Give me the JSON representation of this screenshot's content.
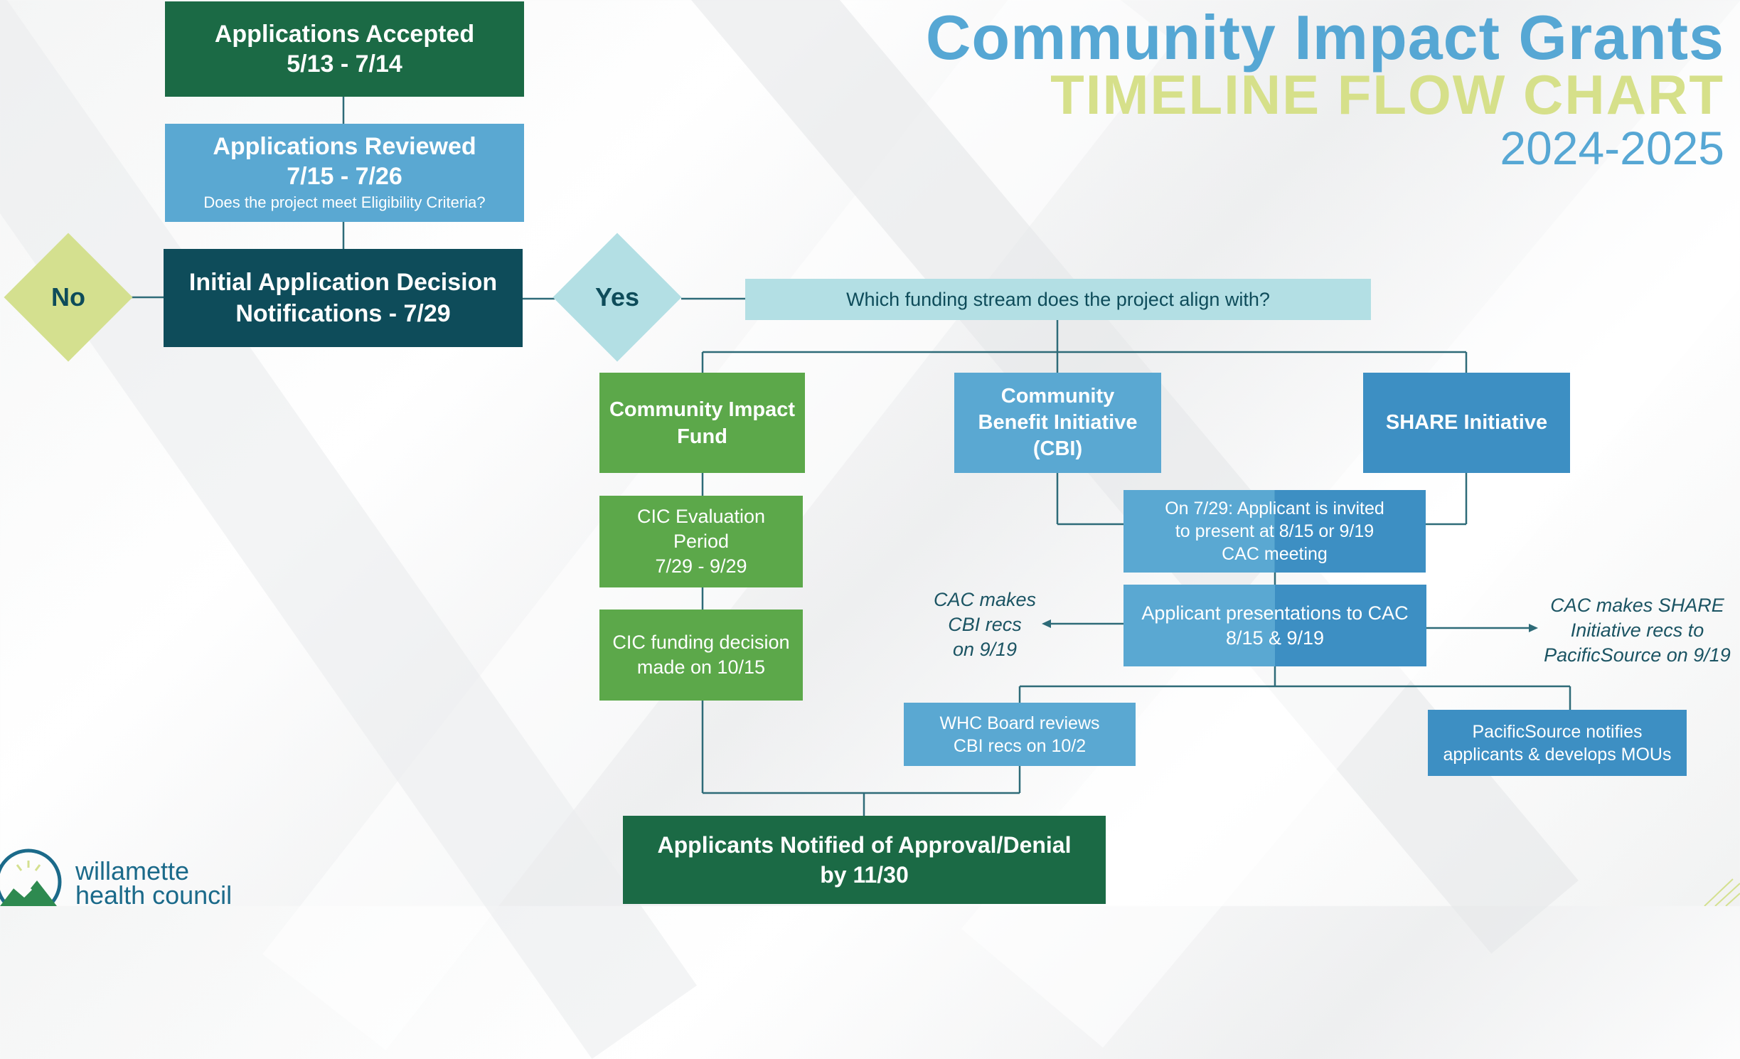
{
  "title": {
    "main": "Community Impact Grants",
    "sub": "TIMELINE FLOW CHART",
    "year": "2024-2025"
  },
  "nodes": {
    "accepted": {
      "title": "Applications Accepted",
      "dates": "5/13 - 7/14"
    },
    "reviewed": {
      "title": "Applications Reviewed",
      "dates": "7/15 - 7/26",
      "question": "Does the project meet Eligibility Criteria?"
    },
    "decision": {
      "line1": "Initial Application Decision",
      "line2": "Notifications - 7/29"
    },
    "no": "No",
    "yes": "Yes",
    "stream_question": "Which funding stream does the project align with?",
    "cif": {
      "line1": "Community Impact",
      "line2": "Fund"
    },
    "cbi": {
      "line1": "Community",
      "line2": "Benefit Initiative",
      "line3": "(CBI)"
    },
    "share": "SHARE Initiative",
    "cic_eval": {
      "line1": "CIC Evaluation",
      "line2": "Period",
      "line3": "7/29 - 9/29"
    },
    "cic_decision": {
      "line1": "CIC funding decision",
      "line2": "made on 10/15"
    },
    "invite": {
      "line1": "On 7/29: Applicant is invited",
      "line2": "to present at 8/15 or 9/19",
      "line3": "CAC meeting"
    },
    "presentations": {
      "line1": "Applicant presentations to CAC",
      "line2": "8/15 & 9/19"
    },
    "cac_cbi": {
      "line1": "CAC makes",
      "line2": "CBI recs",
      "line3": "on 9/19"
    },
    "cac_share": {
      "line1": "CAC makes SHARE",
      "line2": "Initiative recs to",
      "line3": "PacificSource on 9/19"
    },
    "whc": {
      "line1": "WHC Board reviews",
      "line2": "CBI recs on 10/2"
    },
    "pacific": {
      "line1": "PacificSource notifies",
      "line2": "applicants & develops MOUs"
    },
    "final": {
      "line1": "Applicants Notified of Approval/Denial",
      "line2": "by 11/30"
    }
  },
  "logo": {
    "line1": "willamette",
    "line2": "health council"
  },
  "colors": {
    "dark_green": "#1b6a45",
    "light_blue": "#5aa8d2",
    "dark_teal": "#0e4c5a",
    "lime": "#d4e08f",
    "pale_blue": "#b3dfe4",
    "green": "#5ca84a",
    "mid_blue": "#3d8fc3",
    "line": "#2e6b78"
  }
}
